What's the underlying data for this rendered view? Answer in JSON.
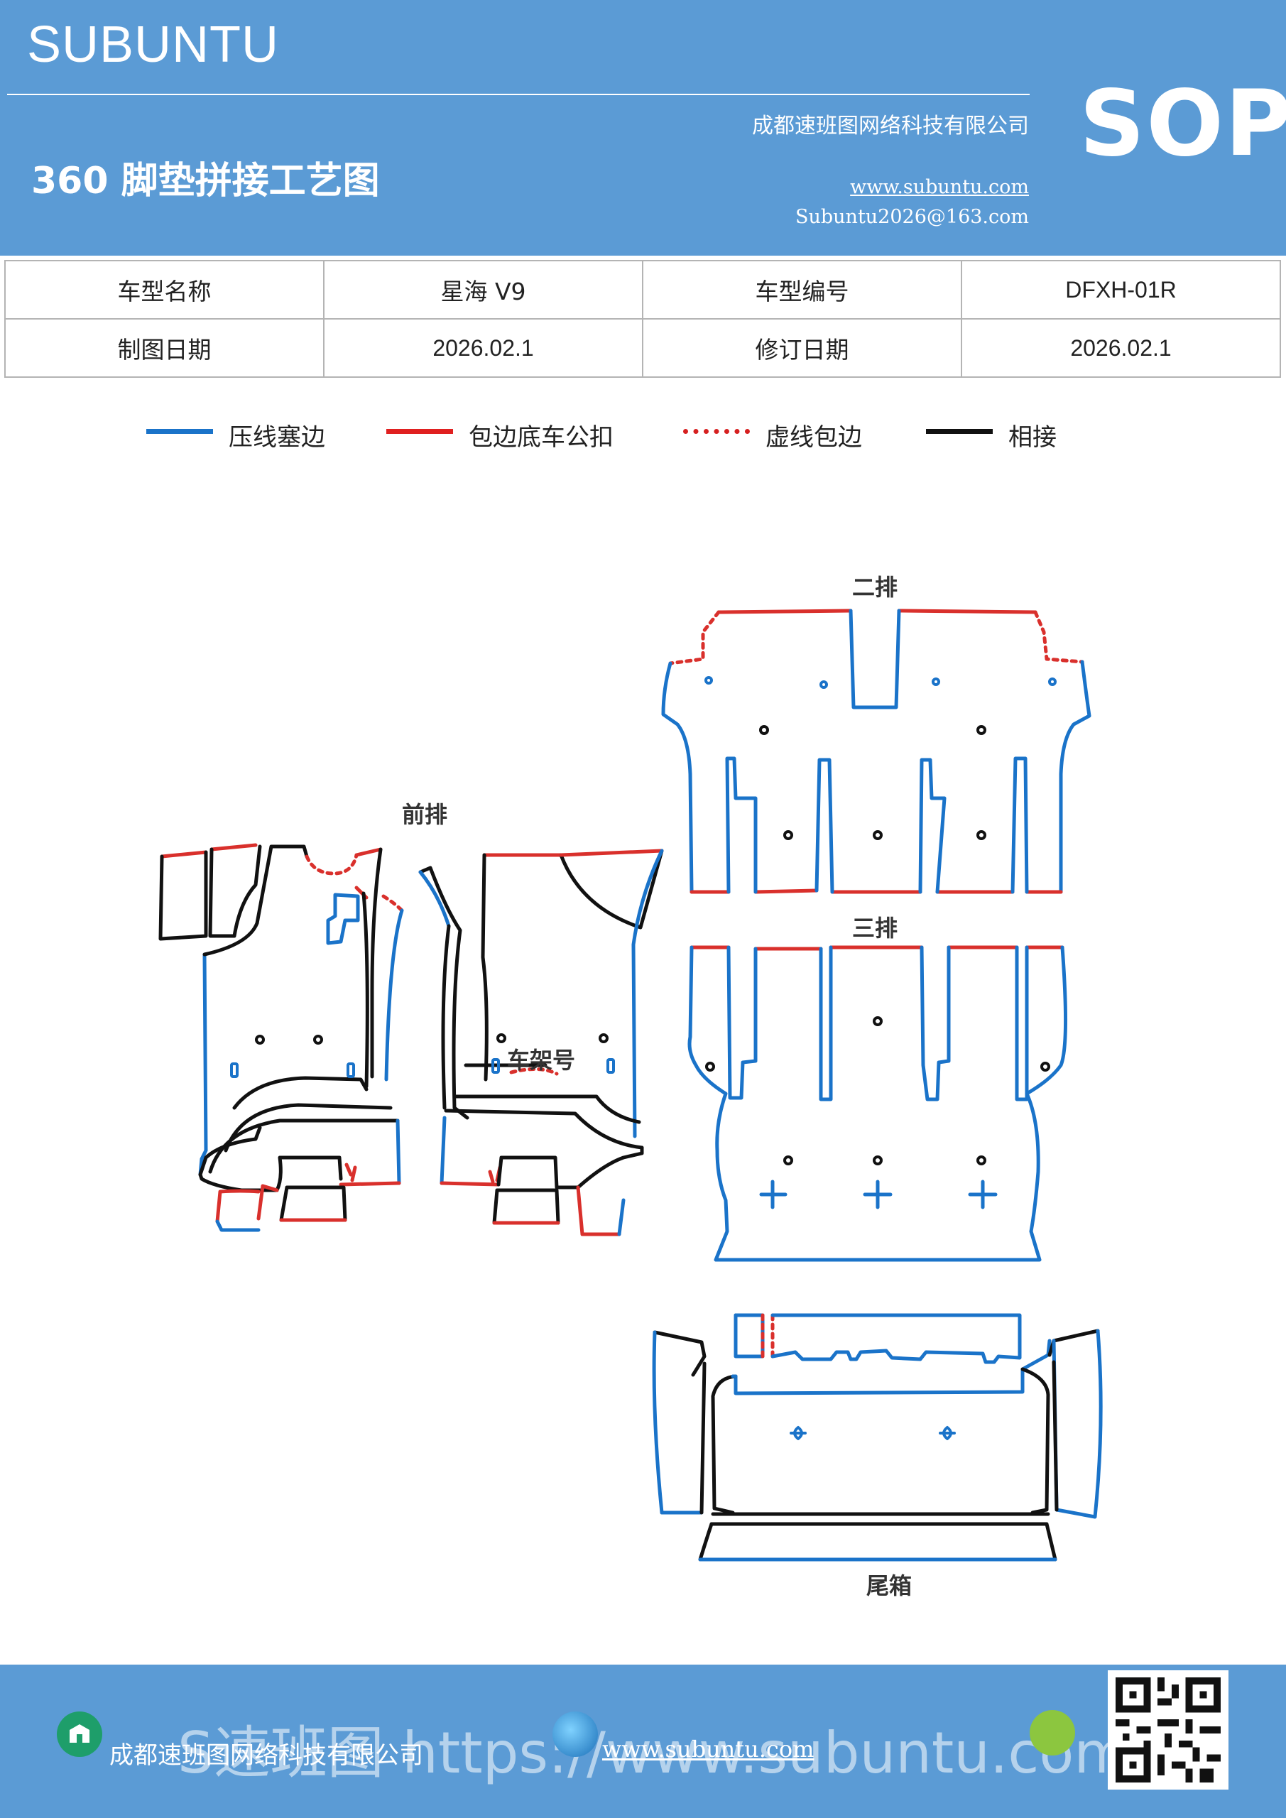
{
  "header": {
    "brand": "SUBUNTU",
    "title": "360 脚垫拼接工艺图",
    "company": "成都速班图网络科技有限公司",
    "website": "www.subuntu.com",
    "email": "Subuntu2026@163.com",
    "badge": "SOP"
  },
  "info": {
    "model_name_label": "车型名称",
    "model_name_value": "星海 V9",
    "model_code_label": "车型编号",
    "model_code_value": "DFXH-01R",
    "drawing_date_label": "制图日期",
    "drawing_date_value": "2026.02.1",
    "revision_date_label": "修订日期",
    "revision_date_value": "2026.02.1"
  },
  "legend": [
    {
      "label": "压线塞边",
      "color": "#1a73c9",
      "style": "solid"
    },
    {
      "label": "包边底车公扣",
      "color": "#e02020",
      "style": "solid"
    },
    {
      "label": "虚线包边",
      "color": "#d62020",
      "style": "dotted"
    },
    {
      "label": "相接",
      "color": "#111111",
      "style": "solid"
    }
  ],
  "diagram": {
    "front_label": "前排",
    "vin_label": "车架号",
    "second_label": "二排",
    "third_label": "三排",
    "trunk_label": "尾箱",
    "colors": {
      "blue": "#1a73c9",
      "red": "#d9302c",
      "black": "#111111"
    }
  },
  "footer": {
    "company": "成都速班图网络科技有限公司",
    "website": "www.subuntu.com",
    "watermark": "S速班图 https://www.subuntu.com"
  }
}
